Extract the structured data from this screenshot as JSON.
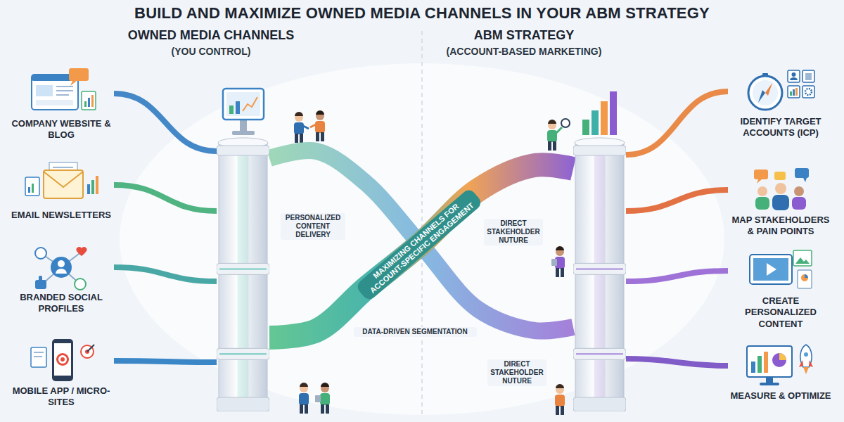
{
  "diagram": {
    "title": "BUILD AND MAXIMIZE OWNED MEDIA CHANNELS IN YOUR ABM STRATEGY",
    "nodes": [
      {
        "text": [
          "OWNED MEDIA CHANNELS",
          "(YOU CONTROL)"
        ]
      },
      {
        "text": [
          "COMPANY WEBSITE & BLOG"
        ]
      },
      {
        "text": [
          "EMAIL NEWSLETTERS"
        ]
      },
      {
        "text": [
          "BRANDED SOCIAL PROFILES"
        ]
      },
      {
        "text": [
          "MOBILE APP / MICRO-SITES"
        ]
      },
      {
        "text": [
          "ABM STRATEGY",
          "(ACCOUNT-BASED MARKETING)"
        ]
      },
      {
        "text": [
          "IDENTIFY TARGET ACCOUNTS (ICP)"
        ]
      },
      {
        "text": [
          "MAP STAKEHOLDERS & PAIN POINTS"
        ]
      },
      {
        "text": [
          "CREATE PERSONALIZED CONTENT"
        ]
      },
      {
        "text": [
          "MEASURE & OPTIMIZE"
        ]
      }
    ],
    "edges": [
      {
        "from": 0,
        "to": 5,
        "label": "MAXIMIZING CHANNELS FOR ACCOUNT-SPECIFIC ENGAGEMENT",
        "arrow": "none"
      },
      {
        "from": 0,
        "to": 5,
        "arrow": "none"
      },
      {
        "from": 1,
        "to": 0,
        "arrow": "none"
      },
      {
        "from": 2,
        "to": 0,
        "arrow": "none"
      },
      {
        "from": 3,
        "to": 0,
        "arrow": "none"
      },
      {
        "from": 4,
        "to": 0,
        "arrow": "none"
      },
      {
        "from": 5,
        "to": 6,
        "arrow": "none"
      },
      {
        "from": 5,
        "to": 7,
        "arrow": "none"
      },
      {
        "from": 5,
        "to": 8,
        "arrow": "none"
      },
      {
        "from": 5,
        "to": 9,
        "arrow": "none"
      }
    ],
    "labels": [
      "PERSONALIZED CONTENT DELIVERY",
      "DIRECT STAKEHOLDER NUTURE",
      "DATA-DRIVEN SEGMENTATION",
      "DIRECT STAKEHOLDER NUTURE"
    ]
  }
}
